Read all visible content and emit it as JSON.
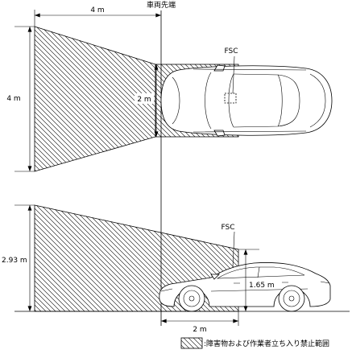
{
  "labels": {
    "vehicle_front": "車両先端",
    "top_width": "4 m",
    "top_height": "4 m",
    "top_box": "2 m",
    "top_fsc": "FSC",
    "side_height": "2.93 m",
    "side_fsc": "FSC",
    "camera_height": "1.65 m",
    "side_length": "2 m"
  },
  "legend": {
    "text": ":障害物および作業者立ち入り禁止範囲"
  },
  "colors": {
    "line": "#000000",
    "background": "#ffffff"
  }
}
